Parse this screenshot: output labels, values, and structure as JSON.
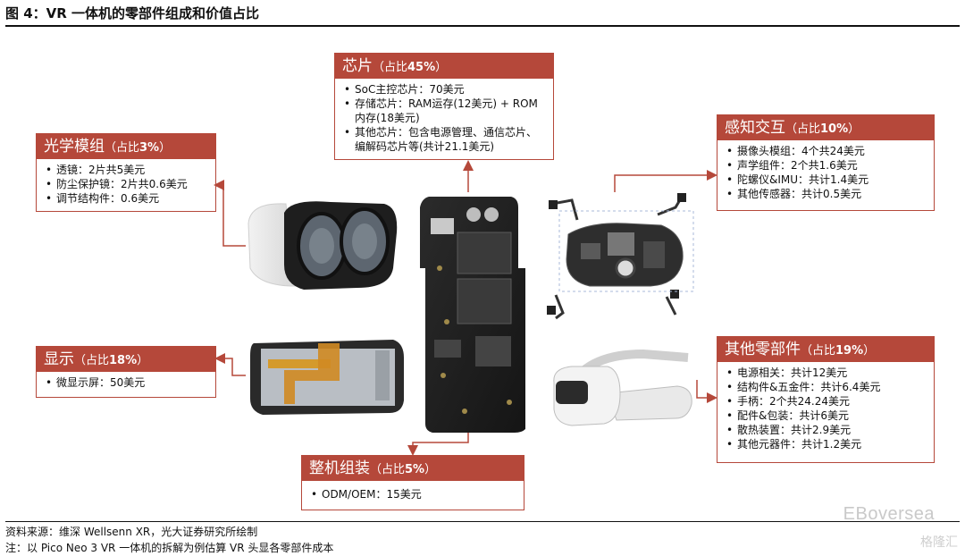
{
  "title": "图 4：VR 一体机的零部件组成和价值占比",
  "boxes": {
    "chip": {
      "name": "芯片",
      "pct_prefix": "（占比",
      "pct_value": "45%",
      "pct_suffix": "）",
      "items": [
        "SoC主控芯片：70美元",
        "存储芯片：RAM运存(12美元) + ROM内存(18美元)",
        "其他芯片：包含电源管理、通信芯片、编解码芯片等(共计21.1美元)"
      ]
    },
    "optics": {
      "name": "光学模组",
      "pct_prefix": "（占比",
      "pct_value": "3%",
      "pct_suffix": "）",
      "items": [
        "透镜：2片共5美元",
        "防尘保护镜：2片共0.6美元",
        "调节结构件：0.6美元"
      ]
    },
    "sensing": {
      "name": "感知交互",
      "pct_prefix": "（占比",
      "pct_value": "10%",
      "pct_suffix": "）",
      "items": [
        "摄像头模组：4个共24美元",
        "声学组件：2个共1.6美元",
        "陀螺仪&IMU：共计1.4美元",
        "其他传感器：共计0.5美元"
      ]
    },
    "display": {
      "name": "显示",
      "pct_prefix": "（占比",
      "pct_value": "18%",
      "pct_suffix": "）",
      "items": [
        "微显示屏：50美元"
      ]
    },
    "other": {
      "name": "其他零部件",
      "pct_prefix": "（占比",
      "pct_value": "19%",
      "pct_suffix": "）",
      "items": [
        "电源相关：共计12美元",
        "结构件&五金件：共计6.4美元",
        "手柄：2个共24.24美元",
        "配件&包装：共计6美元",
        "散热装置：共计2.9美元",
        "其他元器件：共计1.2美元"
      ]
    },
    "assembly": {
      "name": "整机组装",
      "pct_prefix": "（占比",
      "pct_value": "5%",
      "pct_suffix": "）",
      "items": [
        "ODM/OEM：15美元"
      ]
    }
  },
  "source": "资料来源：维深 Wellsenn XR，光大证券研究所绘制",
  "footnote": "注：以 Pico Neo 3 VR 一体机的拆解为例估算 VR 头显各零部件成本",
  "watermark": "EBoversea",
  "watermark2": "格隆汇",
  "colors": {
    "accent": "#b5483a",
    "text": "#111111"
  }
}
